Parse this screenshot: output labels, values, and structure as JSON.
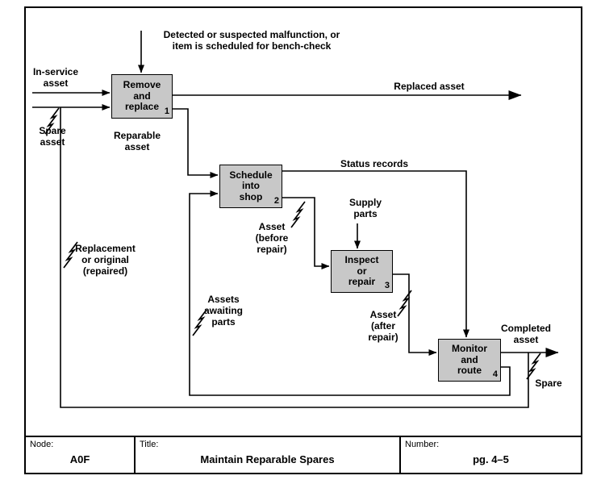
{
  "diagram": {
    "boxes": [
      {
        "label": "Remove\nand\nreplace",
        "number": "1"
      },
      {
        "label": "Schedule\ninto\nshop",
        "number": "2"
      },
      {
        "label": "Inspect\nor\nrepair",
        "number": "3"
      },
      {
        "label": "Monitor\nand\nroute",
        "number": "4"
      }
    ],
    "labels": {
      "malfunction": "Detected or suspected malfunction, or\nitem is scheduled for bench-check",
      "in_service_asset": "In-service\nasset",
      "spare_asset": "Spare\nasset",
      "replaced_asset": "Replaced asset",
      "reparable_asset": "Reparable\nasset",
      "status_records": "Status records",
      "asset_before_repair": "Asset\n(before\nrepair)",
      "supply_parts": "Supply\nparts",
      "replacement_or_original": "Replacement\nor original\n(repaired)",
      "assets_awaiting_parts": "Assets\nawaiting\nparts",
      "asset_after_repair": "Asset\n(after\nrepair)",
      "completed_asset": "Completed\nasset",
      "spare": "Spare"
    }
  },
  "footer": {
    "node_label": "Node:",
    "node_value": "A0F",
    "title_label": "Title:",
    "title_value": "Maintain Reparable Spares",
    "number_label": "Number:",
    "number_value": "pg. 4–5"
  }
}
